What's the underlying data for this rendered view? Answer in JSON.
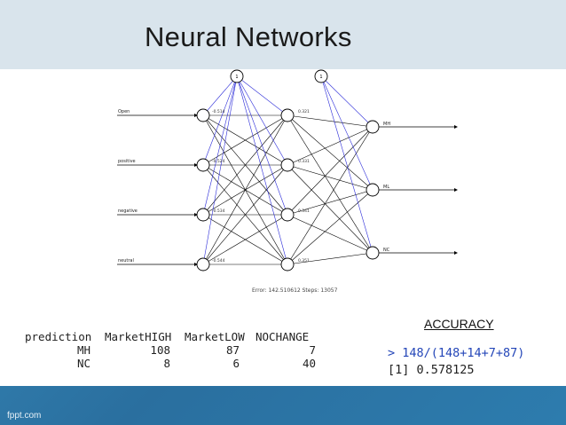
{
  "slide": {
    "title": "Neural Networks",
    "brand": "fppt.com"
  },
  "network": {
    "inputs": [
      "Open",
      "positive",
      "negative",
      "neutral"
    ],
    "outputs": [
      "MH",
      "ML",
      "NC"
    ],
    "bias_label": "1",
    "error_steps": "Error: 142.510612   Steps: 13057"
  },
  "prediction_table": {
    "header": [
      "prediction",
      "MarketHIGH",
      "MarketLOW",
      "NOCHANGE"
    ],
    "rows": [
      [
        "MH",
        "108",
        "87",
        "7"
      ],
      [
        "NC",
        "8",
        "6",
        "40"
      ]
    ]
  },
  "accuracy": {
    "label": "ACCURACY",
    "command": "> 148/(148+14+7+87)",
    "result": "[1] 0.578125"
  },
  "colors": {
    "title_band": "#d9e4ec",
    "slide_blue": "#2f7fae",
    "bias_edge": "#2a2ad8",
    "r_command": "#2446b8"
  }
}
